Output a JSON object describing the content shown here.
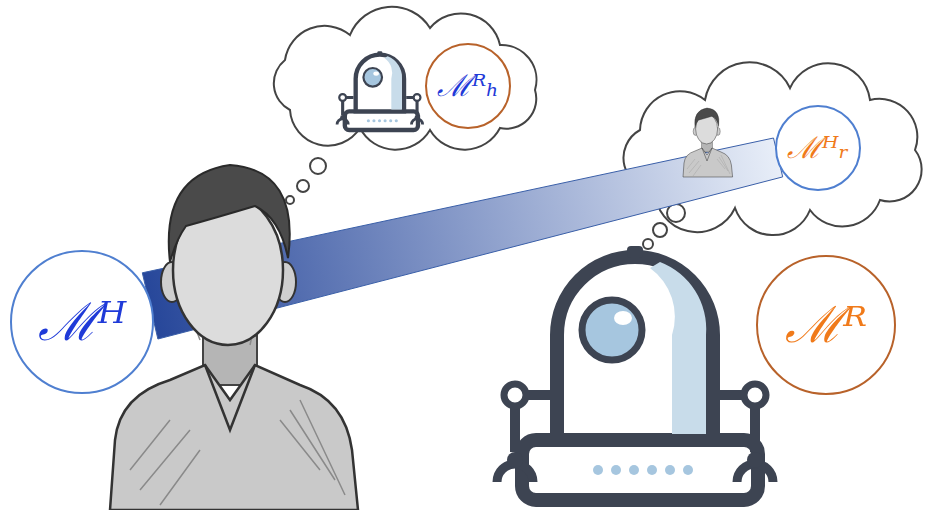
{
  "diagram": {
    "nodes": [
      {
        "text": [
          "ℳᴿₕ"
        ]
      },
      {
        "text": [
          "ℳᴴᵣ"
        ]
      },
      {
        "text": [
          "ℳᴴ"
        ]
      },
      {
        "text": [
          "ℳᴿ"
        ]
      }
    ],
    "edges": [
      {
        "from": 2,
        "to": 1,
        "arrow": "none"
      }
    ]
  }
}
